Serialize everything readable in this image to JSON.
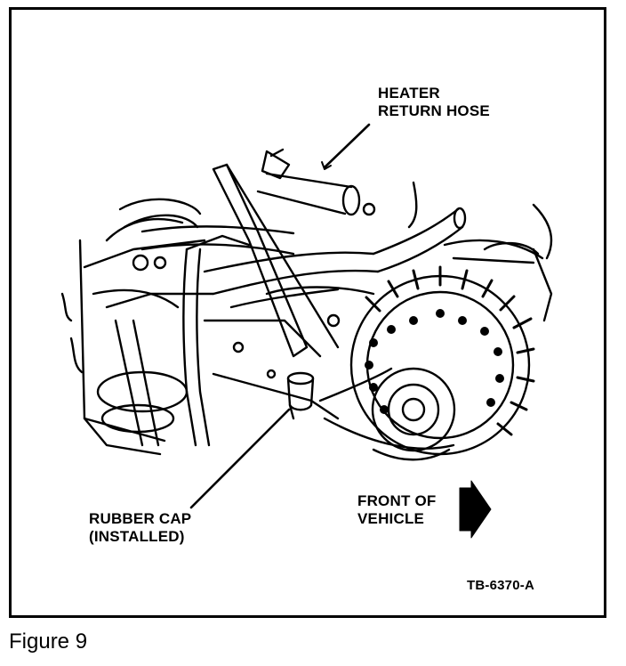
{
  "labels": {
    "heater_return_hose": [
      "HEATER",
      "RETURN HOSE"
    ],
    "rubber_cap": [
      "RUBBER CAP",
      "(INSTALLED)"
    ],
    "front_of_vehicle": [
      "FRONT OF",
      "VEHICLE"
    ],
    "drawing_id": "TB-6370-A"
  },
  "caption": "Figure 9",
  "colors": {
    "ink": "#000000",
    "paper": "#ffffff"
  },
  "icons": {
    "direction_arrow": "arrow-right-icon"
  }
}
